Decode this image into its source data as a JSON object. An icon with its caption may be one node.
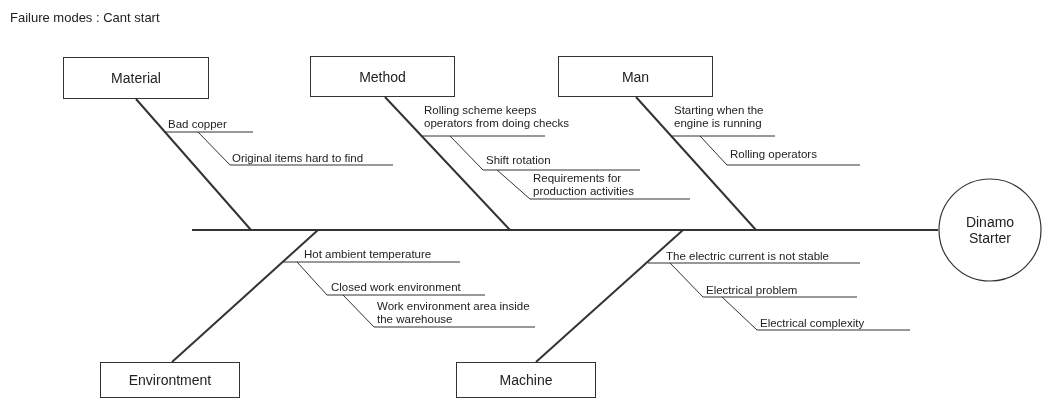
{
  "diagram": {
    "title": "Failure modes : Cant start",
    "nodes": [
      {
        "text": [
          "Material"
        ]
      },
      {
        "text": [
          "Method"
        ]
      },
      {
        "text": [
          "Man"
        ]
      },
      {
        "text": [
          "Dinamo Starter"
        ]
      },
      {
        "text": [
          "Environtment"
        ]
      },
      {
        "text": [
          "Machine"
        ]
      },
      {
        "text": [],
        "shape": "bar"
      }
    ],
    "edges": [
      {
        "from": 0,
        "to": 6,
        "arrow": "none"
      },
      {
        "from": 1,
        "to": 6,
        "arrow": "none"
      },
      {
        "from": 2,
        "to": 6,
        "arrow": "none"
      },
      {
        "from": 4,
        "to": 6,
        "arrow": "none"
      },
      {
        "from": 5,
        "to": 6,
        "arrow": "none"
      }
    ],
    "labels": [
      "Bad copper",
      "Original items hard to find",
      "Rolling scheme keeps operators from doing checks",
      "Shift rotation",
      "Requirements for production activities",
      "Starting when the engine is running",
      "Rolling operators",
      "Hot ambient temperature",
      "Closed work environment",
      "Work environment area inside the warehouse",
      "The electric current is not stable",
      "Electrical problem",
      "Electrical complexity"
    ]
  }
}
